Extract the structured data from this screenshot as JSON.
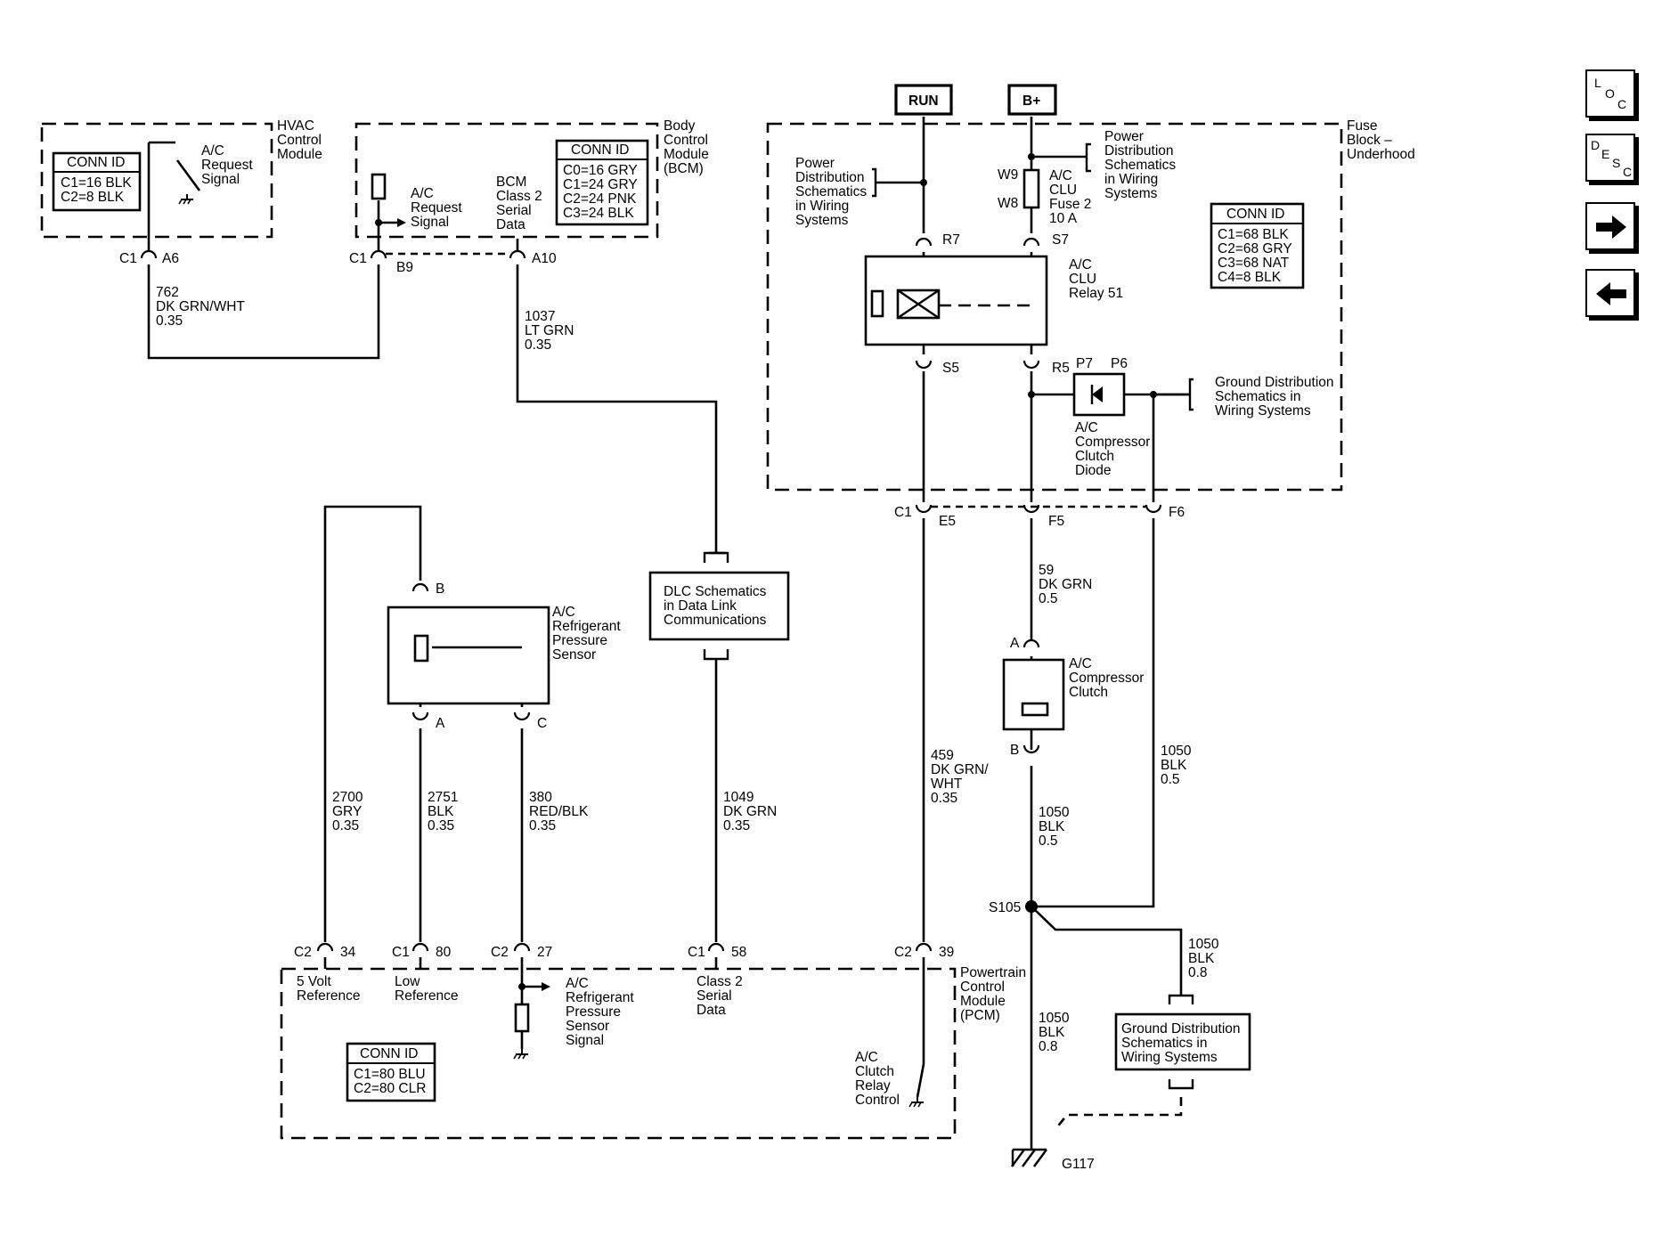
{
  "nav": {
    "loc": [
      "L",
      "O",
      "C"
    ],
    "desc": [
      "D",
      "E",
      "S",
      "C"
    ]
  },
  "power": {
    "run": "RUN",
    "bplus": "B+"
  },
  "hvac": {
    "title": [
      "HVAC",
      "Control",
      "Module"
    ],
    "conn_id": {
      "title": "CONN ID",
      "lines": [
        "C1=16 BLK",
        "C2=8 BLK"
      ]
    },
    "signal": [
      "A/C",
      "Request",
      "Signal"
    ],
    "conn": "C1",
    "pin": "A6"
  },
  "bcm": {
    "title": [
      "Body",
      "Control",
      "Module",
      "(BCM)"
    ],
    "conn_id": {
      "title": "CONN ID",
      "lines": [
        "C0=16 GRY",
        "C1=24 GRY",
        "C2=24 PNK",
        "C3=24 BLK"
      ]
    },
    "signal": [
      "A/C",
      "Request",
      "Signal"
    ],
    "serial": [
      "BCM",
      "Class 2",
      "Serial",
      "Data"
    ],
    "conn": "C1",
    "pin_b9": "B9",
    "pin_a10": "A10"
  },
  "wires": {
    "w762": [
      "762",
      "DK GRN/WHT",
      "0.35"
    ],
    "w1037": [
      "1037",
      "LT GRN",
      "0.35"
    ],
    "w2700": [
      "2700",
      "GRY",
      "0.35"
    ],
    "w2751": [
      "2751",
      "BLK",
      "0.35"
    ],
    "w380": [
      "380",
      "RED/BLK",
      "0.35"
    ],
    "w1049": [
      "1049",
      "DK GRN",
      "0.35"
    ],
    "w459": [
      "459",
      "DK GRN/",
      "WHT",
      "0.35"
    ],
    "w59": [
      "59",
      "DK GRN",
      "0.5"
    ],
    "w1050a": [
      "1050",
      "BLK",
      "0.5"
    ],
    "w1050b": [
      "1050",
      "BLK",
      "0.5"
    ],
    "w1050c": [
      "1050",
      "BLK",
      "0.8"
    ],
    "w1050d": [
      "1050",
      "BLK",
      "0.8"
    ]
  },
  "fuse_block": {
    "title": [
      "Fuse",
      "Block –",
      "Underhood"
    ],
    "conn_id": {
      "title": "CONN ID",
      "lines": [
        "C1=68 BLK",
        "C2=68 GRY",
        "C3=68 NAT",
        "C4=8 BLK"
      ]
    },
    "power_ref": [
      "Power",
      "Distribution",
      "Schematics",
      "in Wiring",
      "Systems"
    ],
    "power_ref2": [
      "Power",
      "Distribution",
      "Schematics",
      "in Wiring",
      "Systems"
    ],
    "ground_ref": [
      "Ground Distribution",
      "Schematics in",
      "Wiring Systems"
    ],
    "fuse": [
      "A/C",
      "CLU",
      "Fuse 2",
      "10 A"
    ],
    "relay": [
      "A/C",
      "CLU",
      "Relay 51"
    ],
    "diode": [
      "A/C",
      "Compressor",
      "Clutch",
      "Diode"
    ],
    "pins": {
      "w9": "W9",
      "w8": "W8",
      "r7": "R7",
      "s7": "S7",
      "s5": "S5",
      "r5": "R5",
      "p7": "P7",
      "p6": "P6",
      "c1": "C1",
      "e5": "E5",
      "f5": "F5",
      "f6": "F6"
    }
  },
  "sensor": {
    "label": [
      "A/C",
      "Refrigerant",
      "Pressure",
      "Sensor"
    ],
    "pins": {
      "b": "B",
      "a": "A",
      "c": "C"
    }
  },
  "dlc": {
    "label": [
      "DLC Schematics",
      "in Data Link",
      "Communications"
    ]
  },
  "clutch": {
    "label": [
      "A/C",
      "Compressor",
      "Clutch"
    ],
    "pin_a": "A",
    "pin_b": "B"
  },
  "splice": "S105",
  "ground_ref_box": [
    "Ground Distribution",
    "Schematics in",
    "Wiring Systems"
  ],
  "ground": "G117",
  "pcm": {
    "title": [
      "Powertrain",
      "Control",
      "Module",
      "(PCM)"
    ],
    "conn_id": {
      "title": "CONN ID",
      "lines": [
        "C1=80 BLU",
        "C2=80 CLR"
      ]
    },
    "ref5v": [
      "5 Volt",
      "Reference"
    ],
    "lowref": [
      "Low",
      "Reference"
    ],
    "sensor_signal": [
      "A/C",
      "Refrigerant",
      "Pressure",
      "Sensor",
      "Signal"
    ],
    "class2": [
      "Class 2",
      "Serial",
      "Data"
    ],
    "relay_ctrl": [
      "A/C",
      "Clutch",
      "Relay",
      "Control"
    ],
    "pins": {
      "c2a": "C2",
      "p34": "34",
      "c1": "C1",
      "p80": "80",
      "c2b": "C2",
      "p27": "27",
      "c1b": "C1",
      "p58": "58",
      "c2c": "C2",
      "p39": "39"
    }
  }
}
